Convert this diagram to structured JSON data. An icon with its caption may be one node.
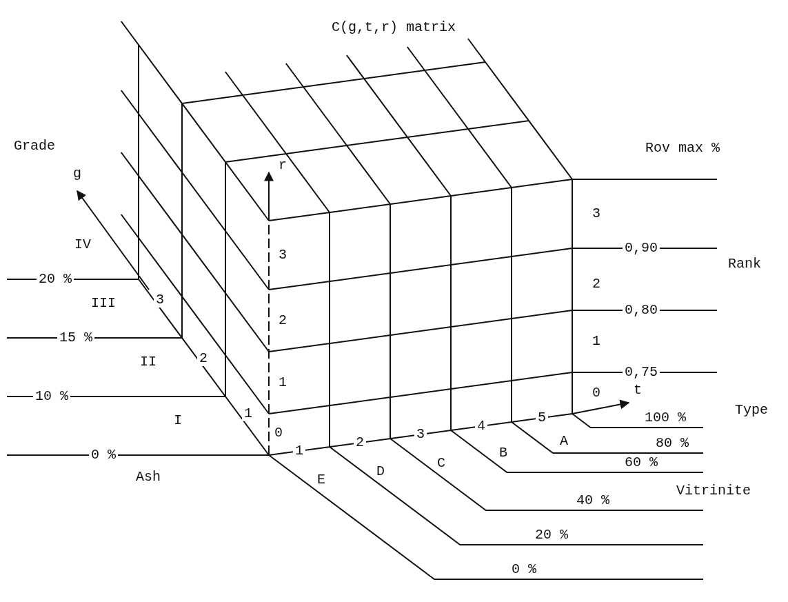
{
  "diagram": {
    "title": "C(g,t,r) matrix",
    "labels": [
      "Grade",
      "Rov max %",
      "g",
      "r",
      "IV",
      "20 %",
      "III",
      "3",
      "15 %",
      "II",
      "2",
      "10 %",
      "I",
      "1",
      "0 %",
      "Ash",
      "3",
      "2",
      "1",
      "0",
      "3",
      "0,90",
      "Rank",
      "2",
      "0,80",
      "1",
      "0,75",
      "0",
      "t",
      "Type",
      "1",
      "2",
      "3",
      "4",
      "5",
      "E",
      "D",
      "C",
      "B",
      "A",
      "100 %",
      "80 %",
      "60 %",
      "40 %",
      "20 %",
      "0 %",
      "Vitrinite"
    ]
  }
}
